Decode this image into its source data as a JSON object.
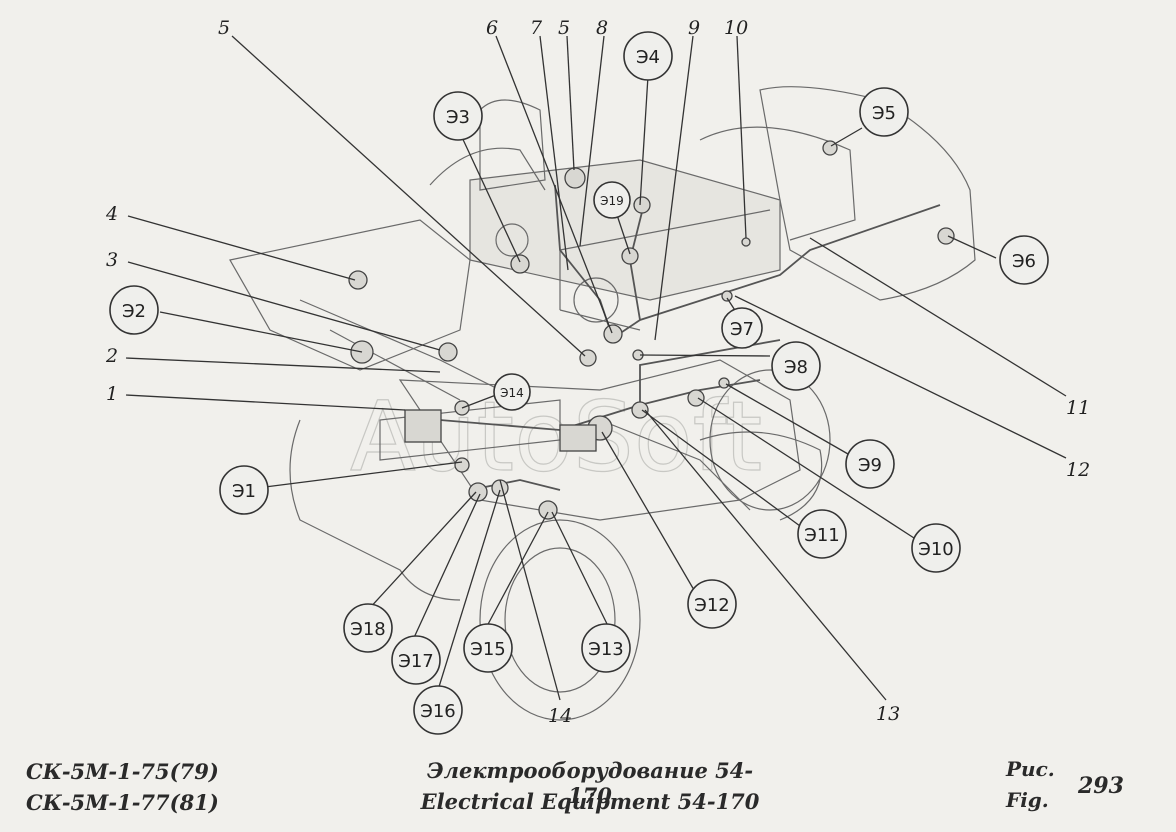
{
  "numbers": {
    "n1": "1",
    "n2": "2",
    "n3": "3",
    "n4": "4",
    "n5a": "5",
    "n5b": "5",
    "n6": "6",
    "n7": "7",
    "n8": "8",
    "n9": "9",
    "n10": "10",
    "n11": "11",
    "n12": "12",
    "n13": "13",
    "n14": "14"
  },
  "callouts": {
    "e1": "Э1",
    "e2": "Э2",
    "e3": "Э3",
    "e4": "Э4",
    "e5": "Э5",
    "e6": "Э6",
    "e7": "Э7",
    "e8": "Э8",
    "e9": "Э9",
    "e10": "Э10",
    "e11": "Э11",
    "e12": "Э12",
    "e13": "Э13",
    "e14": "Э14",
    "e15": "Э15",
    "e16": "Э16",
    "e17": "Э17",
    "e18": "Э18",
    "e19": "Э19"
  },
  "watermark": "AutoSoft",
  "footer": {
    "model_1": "СК-5М-1-75(79)",
    "model_2": "СК-5М-1-77(81)",
    "title_ru": "Электрооборудование 54-170",
    "title_en": "Electrical Equipment 54-170",
    "label_ru": "Рис.",
    "label_en": "Fig.",
    "figure_number": "293"
  }
}
